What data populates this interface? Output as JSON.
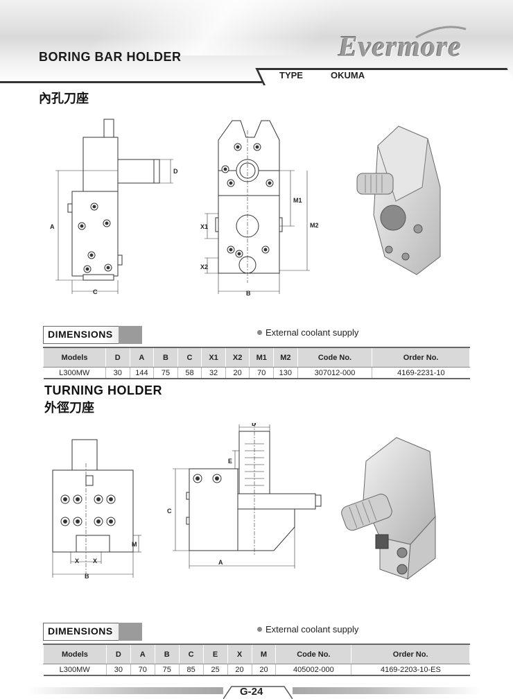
{
  "header": {
    "title": "BORING BAR HOLDER",
    "logo_text": "Evermore",
    "type_label": "TYPE",
    "type_value": "OKUMA"
  },
  "boring": {
    "chinese_title": "內孔刀座",
    "dim_labels": {
      "A": "A",
      "B": "B",
      "C": "C",
      "D": "D",
      "X1": "X1",
      "X2": "X2",
      "M1": "M1",
      "M2": "M2"
    },
    "dimensions_label": "DIMENSIONS",
    "coolant_note": "External coolant supply",
    "table": {
      "headers": [
        "Models",
        "D",
        "A",
        "B",
        "C",
        "X1",
        "X2",
        "M1",
        "M2",
        "Code No.",
        "Order No."
      ],
      "row": [
        "L300MW",
        "30",
        "144",
        "75",
        "58",
        "32",
        "20",
        "70",
        "130",
        "307012-000",
        "4169-2231-10"
      ]
    }
  },
  "turning": {
    "title": "TURNING HOLDER",
    "chinese_title": "外徑刀座",
    "dim_labels": {
      "A": "A",
      "B": "B",
      "C": "C",
      "D": "D",
      "E": "E",
      "M": "M",
      "X": "X"
    },
    "dimensions_label": "DIMENSIONS",
    "coolant_note": "External coolant supply",
    "table": {
      "headers": [
        "Models",
        "D",
        "A",
        "B",
        "C",
        "E",
        "X",
        "M",
        "Code No.",
        "Order No."
      ],
      "row": [
        "L300MW",
        "30",
        "70",
        "75",
        "85",
        "25",
        "20",
        "20",
        "405002-000",
        "4169-2203-10-ES"
      ]
    }
  },
  "footer": {
    "page_number": "G-24"
  },
  "colors": {
    "accent": "#333333",
    "table_header": "#d9d9d9",
    "logo": "#9a9a9a"
  },
  "icons": [
    "bullet-icon"
  ]
}
